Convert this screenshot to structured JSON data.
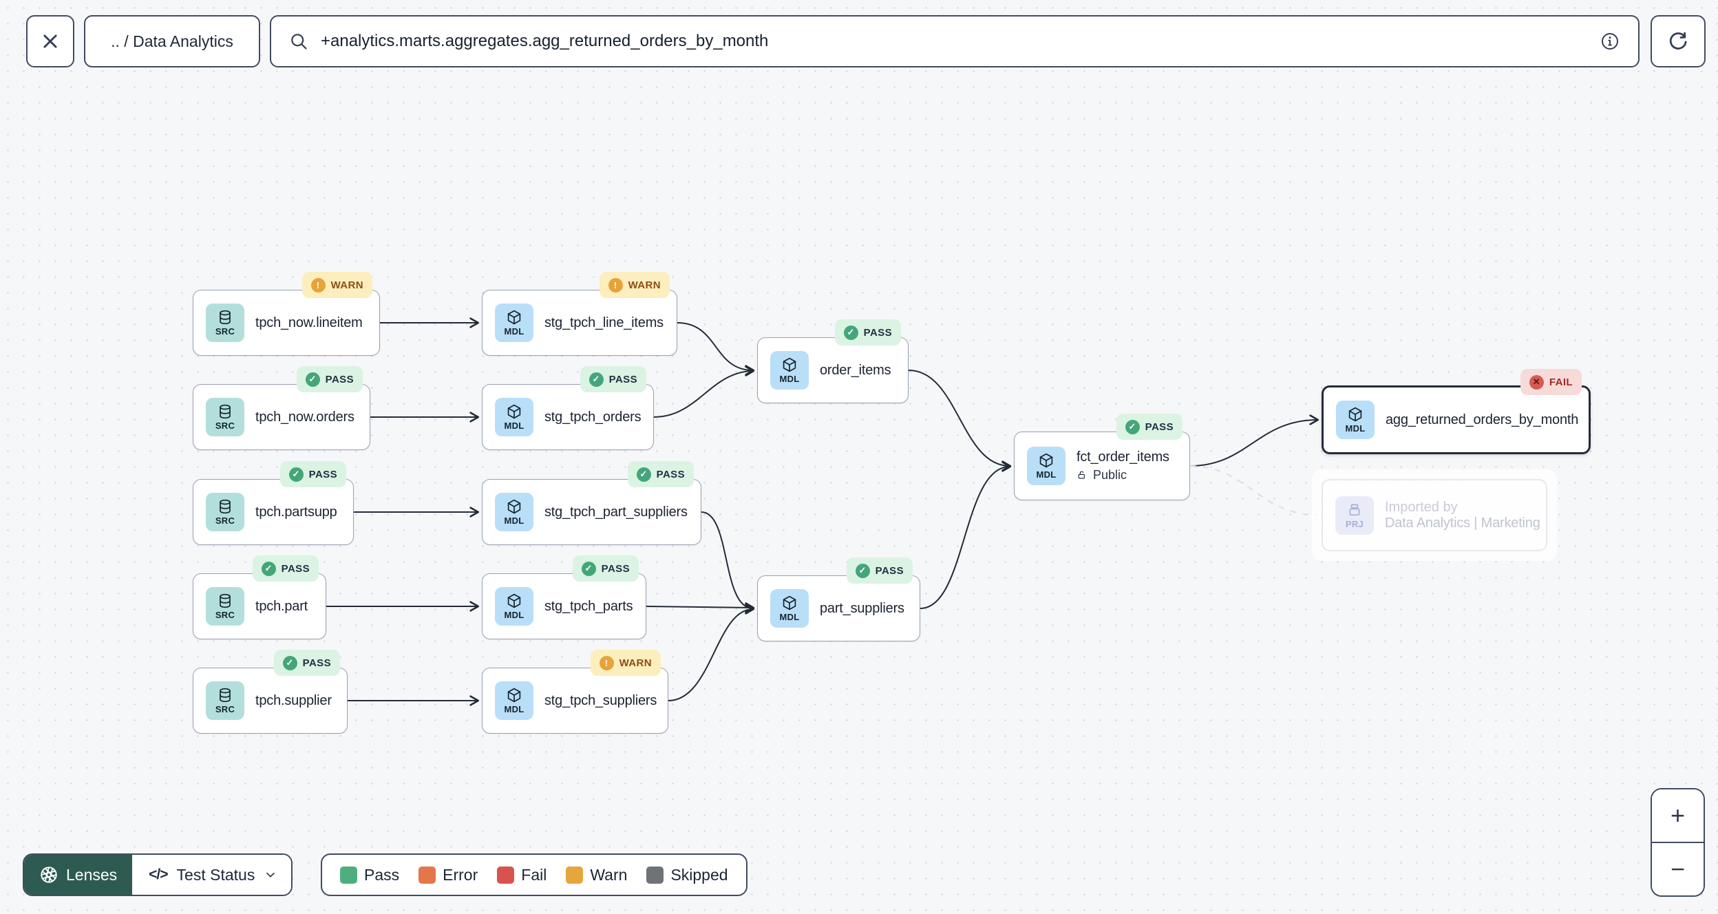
{
  "topbar": {
    "breadcrumb": ".. / Data Analytics",
    "search_value": "+analytics.marts.aggregates.agg_returned_orders_by_month"
  },
  "icons": {
    "close": "✕",
    "plus": "+",
    "minus": "−",
    "code": "</>"
  },
  "nodes": [
    {
      "kind": "SRC",
      "label": "tpch_now.lineitem",
      "badge": "WARN",
      "badge_icon": "!"
    },
    {
      "kind": "MDL",
      "label": "stg_tpch_line_items",
      "badge": "WARN",
      "badge_icon": "!"
    },
    {
      "kind": "SRC",
      "label": "tpch_now.orders",
      "badge": "PASS",
      "badge_icon": "✓"
    },
    {
      "kind": "MDL",
      "label": "stg_tpch_orders",
      "badge": "PASS",
      "badge_icon": "✓"
    },
    {
      "kind": "SRC",
      "label": "tpch.partsupp",
      "badge": "PASS",
      "badge_icon": "✓"
    },
    {
      "kind": "MDL",
      "label": "stg_tpch_part_suppliers",
      "badge": "PASS",
      "badge_icon": "✓"
    },
    {
      "kind": "SRC",
      "label": "tpch.part",
      "badge": "PASS",
      "badge_icon": "✓"
    },
    {
      "kind": "MDL",
      "label": "stg_tpch_parts",
      "badge": "PASS",
      "badge_icon": "✓"
    },
    {
      "kind": "SRC",
      "label": "tpch.supplier",
      "badge": "PASS",
      "badge_icon": "✓"
    },
    {
      "kind": "MDL",
      "label": "stg_tpch_suppliers",
      "badge": "WARN",
      "badge_icon": "!"
    },
    {
      "kind": "MDL",
      "label": "order_items",
      "badge": "PASS",
      "badge_icon": "✓"
    },
    {
      "kind": "MDL",
      "label": "part_suppliers",
      "badge": "PASS",
      "badge_icon": "✓"
    },
    {
      "kind": "MDL",
      "label": "fct_order_items",
      "badge": "PASS",
      "badge_icon": "✓",
      "sublabel": "Public"
    },
    {
      "kind": "MDL",
      "label": "agg_returned_orders_by_month",
      "badge": "FAIL",
      "badge_icon": "✕",
      "selected": true
    },
    {
      "kind": "PRJ",
      "ghost": true,
      "label_line1": "Imported by",
      "label_line2": "Data Analytics | Marketing"
    }
  ],
  "edges": [
    {
      "from": "tpch_now.lineitem",
      "to": "stg_tpch_line_items"
    },
    {
      "from": "tpch_now.orders",
      "to": "stg_tpch_orders"
    },
    {
      "from": "tpch.partsupp",
      "to": "stg_tpch_part_suppliers"
    },
    {
      "from": "tpch.part",
      "to": "stg_tpch_parts"
    },
    {
      "from": "tpch.supplier",
      "to": "stg_tpch_suppliers"
    },
    {
      "from": "stg_tpch_line_items",
      "to": "order_items"
    },
    {
      "from": "stg_tpch_orders",
      "to": "order_items"
    },
    {
      "from": "stg_tpch_part_suppliers",
      "to": "part_suppliers"
    },
    {
      "from": "stg_tpch_parts",
      "to": "part_suppliers"
    },
    {
      "from": "stg_tpch_suppliers",
      "to": "part_suppliers"
    },
    {
      "from": "order_items",
      "to": "fct_order_items"
    },
    {
      "from": "part_suppliers",
      "to": "fct_order_items"
    },
    {
      "from": "fct_order_items",
      "to": "agg_returned_orders_by_month"
    },
    {
      "from": "fct_order_items",
      "to": "Data Analytics | Marketing",
      "dashed": true
    }
  ],
  "footer": {
    "lenses_label": "Lenses",
    "lens_selected": "Test Status",
    "legend": [
      {
        "label": "Pass",
        "color": "#4fae7d"
      },
      {
        "label": "Error",
        "color": "#e5764a"
      },
      {
        "label": "Fail",
        "color": "#d9534e"
      },
      {
        "label": "Warn",
        "color": "#e5a63c"
      },
      {
        "label": "Skipped",
        "color": "#6f7276"
      }
    ]
  }
}
